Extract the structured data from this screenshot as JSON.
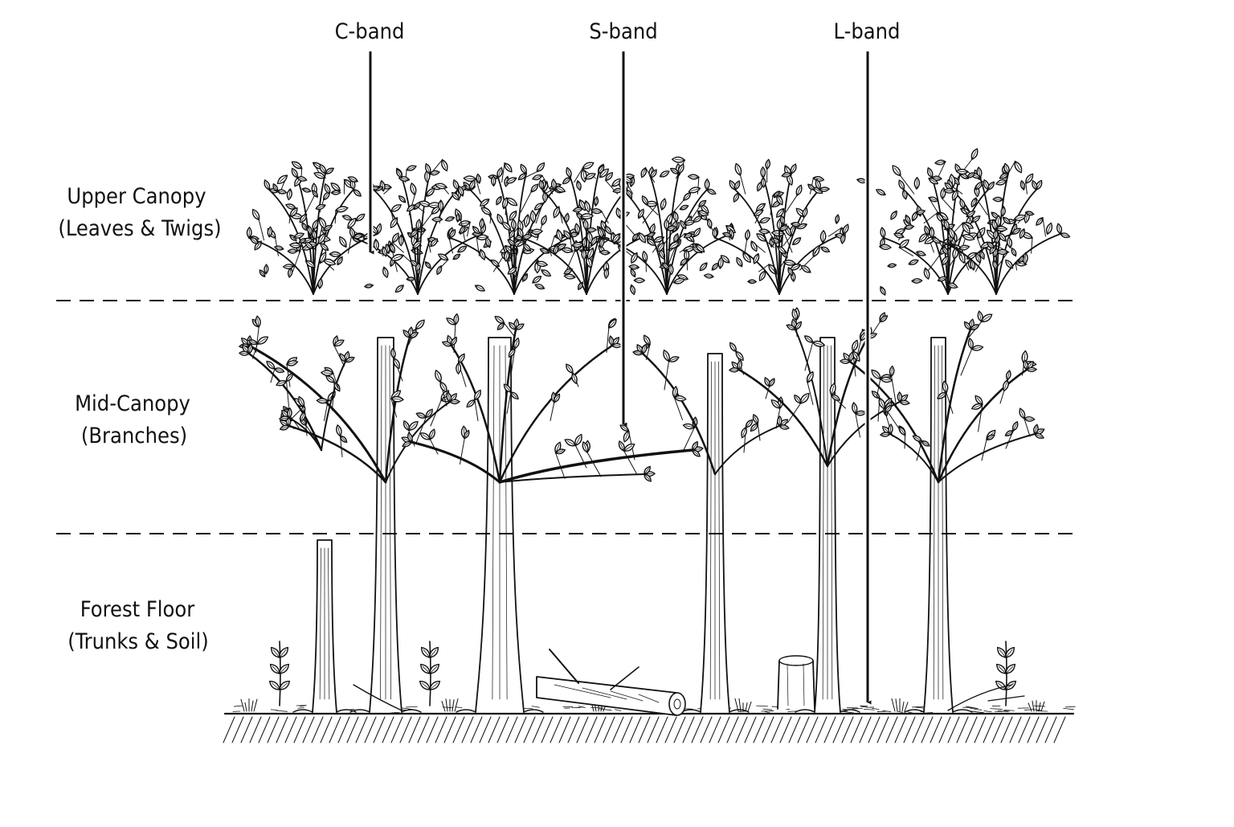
{
  "bands": [
    {
      "label": "C-band",
      "penetrates_to": "Upper Canopy (Leaves & Twigs)"
    },
    {
      "label": "S-band",
      "penetrates_to": "Mid-Canopy (Branches)"
    },
    {
      "label": "L-band",
      "penetrates_to": "Forest Floor (Trunks & Soil)"
    }
  ],
  "layers": [
    {
      "line1": "Upper Canopy",
      "line2": "(Leaves & Twigs)"
    },
    {
      "line1": "Mid-Canopy",
      "line2": "(Branches)"
    },
    {
      "line1": "Forest Floor",
      "line2": "(Trunks & Soil)"
    }
  ],
  "colors": {
    "ink": "#111111",
    "background": "#ffffff"
  }
}
